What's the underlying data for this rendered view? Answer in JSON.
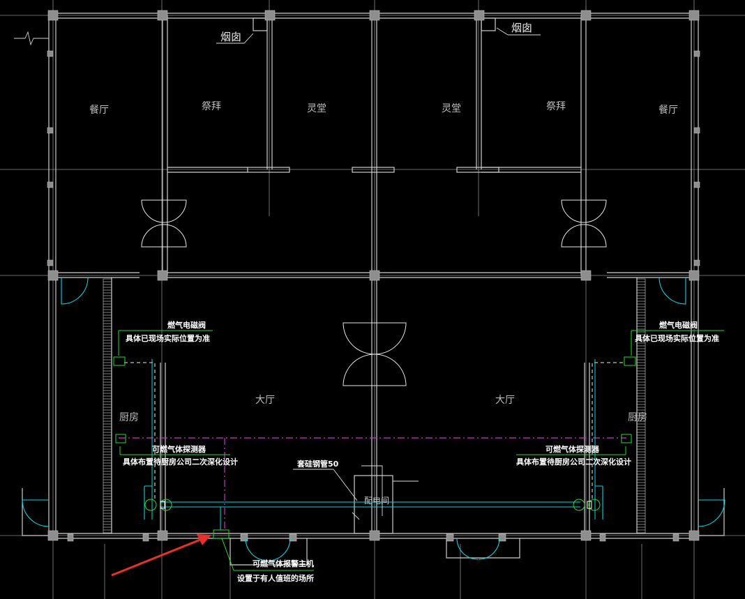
{
  "rooms": {
    "dining_left": "餐厅",
    "worship_left": "祭拜",
    "hall_spirit_left": "灵堂",
    "hall_spirit_right": "灵堂",
    "worship_right": "祭拜",
    "dining_right": "餐厅",
    "lobby_left": "大厅",
    "lobby_right": "大厅",
    "kitchen_left": "厨房",
    "kitchen_right": "厨房",
    "power_room": "配电间"
  },
  "chimney": {
    "left": "烟囱",
    "right": "烟囱"
  },
  "annotations": {
    "valve_left_title": "燃气电磁阀",
    "valve_left_note": "具体已现场实际位置为准",
    "valve_right_title": "燃气电磁阀",
    "valve_right_note": "具体已现场实际位置为准",
    "detector_left_title": "可燃气体探测器",
    "detector_left_note": "具体布置待厨房公司二次深化设计",
    "detector_right_title": "可燃气体探测器",
    "detector_right_note": "具体布置待厨房公司二次深化设计",
    "conduit_note": "套硅钢管50",
    "host_title": "可燃气体报警主机",
    "host_note": "设置于有人值班的场所"
  },
  "colors": {
    "background": "#000000",
    "grid": "#9a9a9a",
    "wall": "#cfcfcf",
    "door_cyan": "#00d8e8",
    "green": "#22dd22",
    "magenta": "#cc33cc",
    "dashed_white": "#eeeeee",
    "arrow": "#e8302a"
  }
}
